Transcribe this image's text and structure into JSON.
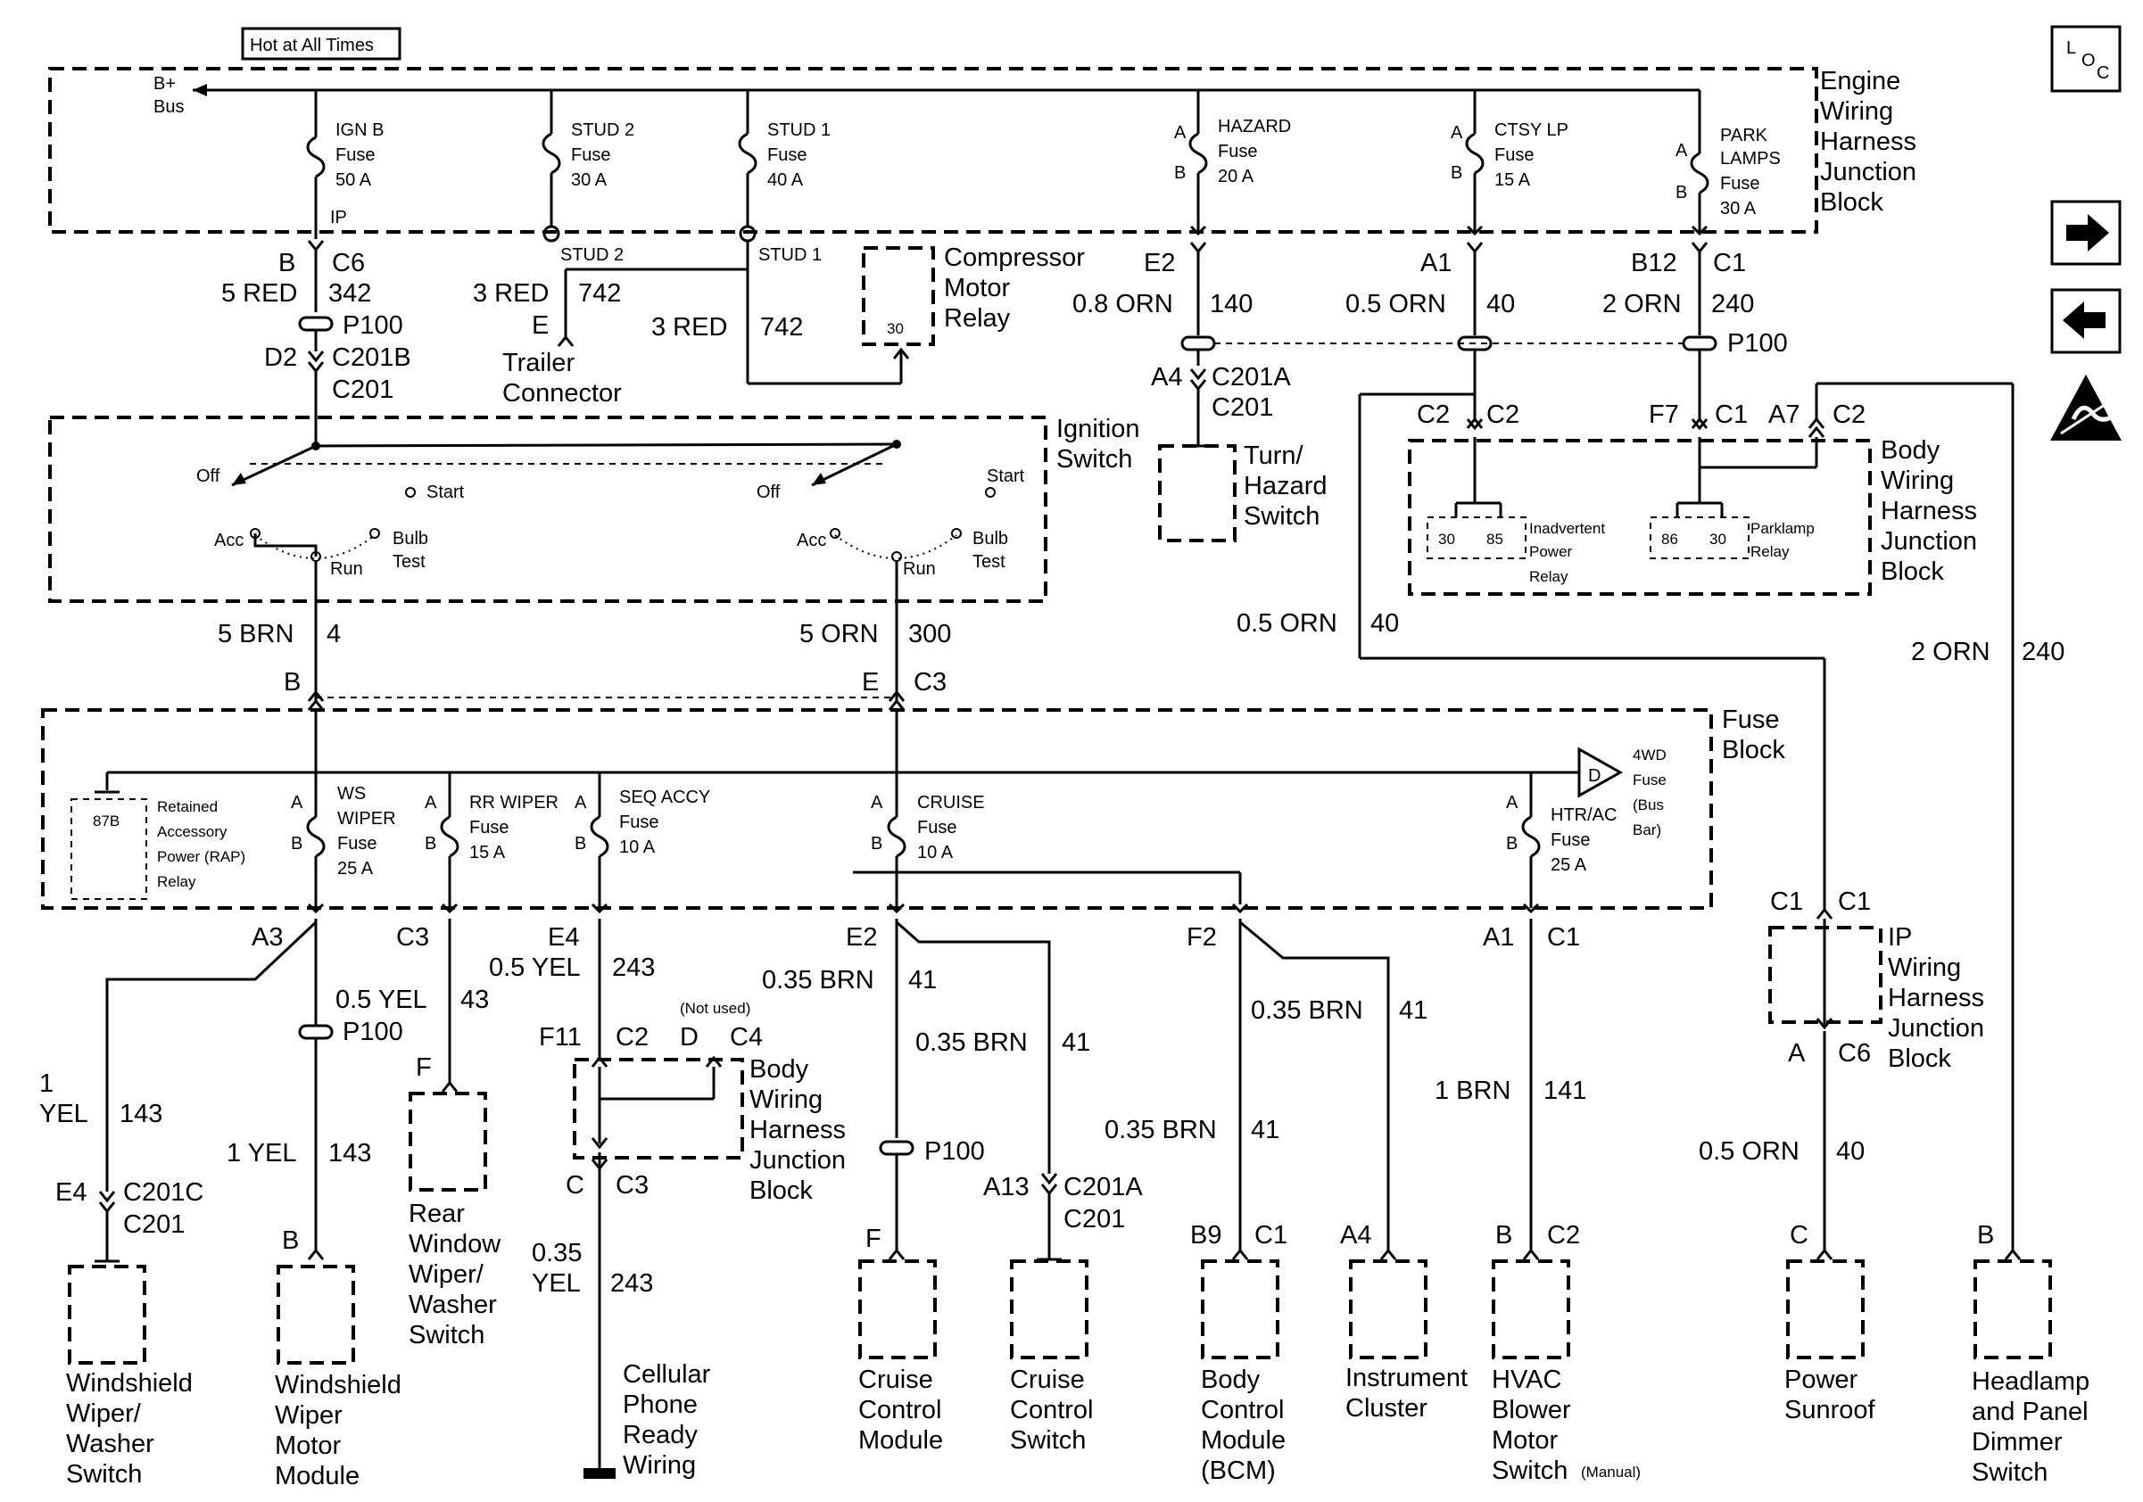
{
  "header": {
    "hot_label": "Hot at All Times"
  },
  "engine_block": {
    "title": [
      "Engine",
      "Wiring",
      "Harness",
      "Junction",
      "Block"
    ],
    "bus": [
      "B+",
      "Bus"
    ],
    "fuses": [
      {
        "l1": "IGN B",
        "l2": "Fuse",
        "l3": "50 A"
      },
      {
        "l1": "STUD 2",
        "l2": "Fuse",
        "l3": "30 A"
      },
      {
        "l1": "STUD 1",
        "l2": "Fuse",
        "l3": "40 A"
      },
      {
        "l1": "HAZARD",
        "l2": "Fuse",
        "l3": "20 A"
      },
      {
        "l1": "CTSY LP",
        "l2": "Fuse",
        "l3": "15 A"
      },
      {
        "l1": "PARK",
        "l2": "LAMPS",
        "l3": "Fuse",
        "l4": "30 A"
      }
    ],
    "ip": "IP",
    "stud2": "STUD 2",
    "stud1": "STUD 1"
  },
  "ignition_switch": {
    "title": [
      "Ignition",
      "Switch"
    ],
    "labels": {
      "off": "Off",
      "start": "Start",
      "acc": "Acc",
      "run": "Run",
      "bulb": "Bulb",
      "test": "Test"
    }
  },
  "fuse_block": {
    "title": [
      "Fuse",
      "Block"
    ],
    "rap": [
      "Retained",
      "Accessory",
      "Power (RAP)",
      "Relay"
    ],
    "pin87b": "87B",
    "fuses": [
      {
        "l1": "WS",
        "l2": "WIPER",
        "l3": "Fuse",
        "l4": "25 A"
      },
      {
        "l1": "RR WIPER",
        "l2": "Fuse",
        "l3": "15 A"
      },
      {
        "l1": "SEQ ACCY",
        "l2": "Fuse",
        "l3": "10 A"
      },
      {
        "l1": "CRUISE",
        "l2": "Fuse",
        "l3": "10 A"
      },
      {
        "l1": "HTR/AC",
        "l2": "Fuse",
        "l3": "25 A"
      }
    ],
    "fourwd": [
      "4WD",
      "Fuse",
      "(Bus",
      "Bar)"
    ],
    "fourwd_letter": "D"
  },
  "bodyjb_top": {
    "title": [
      "Body",
      "Wiring",
      "Harness",
      "Junction",
      "Block"
    ],
    "relay1": {
      "pins": [
        "30",
        "85"
      ],
      "name": [
        "Inadvertent",
        "Power",
        "Relay"
      ]
    },
    "relay2": {
      "pins": [
        "86",
        "30"
      ],
      "name": [
        "Parklamp",
        "Relay"
      ]
    }
  },
  "components": {
    "compressor": [
      "Compressor",
      "Motor",
      "Relay"
    ],
    "compressor_pin": "30",
    "turn": [
      "Turn/",
      "Hazard",
      "Switch"
    ],
    "trailer": [
      "Trailer",
      "Connector"
    ],
    "ws_wiper_switch": [
      "Windshield",
      "Wiper/",
      "Washer",
      "Switch"
    ],
    "ws_wiper_motor": [
      "Windshield",
      "Wiper",
      "Motor",
      "Module"
    ],
    "rear_wiper": [
      "Rear",
      "Window",
      "Wiper/",
      "Washer",
      "Switch"
    ],
    "body_jb_mid": [
      "Body",
      "Wiring",
      "Harness",
      "Junction",
      "Block"
    ],
    "not_used": "(Not used)",
    "cellular": [
      "Cellular",
      "Phone",
      "Ready",
      "Wiring"
    ],
    "cruise_module": [
      "Cruise",
      "Control",
      "Module"
    ],
    "cruise_switch": [
      "Cruise",
      "Control",
      "Switch"
    ],
    "bcm": [
      "Body",
      "Control",
      "Module",
      "(BCM)"
    ],
    "cluster": [
      "Instrument",
      "Cluster"
    ],
    "hvac": [
      "HVAC",
      "Blower",
      "Motor",
      "Switch"
    ],
    "hvac_note": "(Manual)",
    "ip_jb": [
      "IP",
      "Wiring",
      "Harness",
      "Junction",
      "Block"
    ],
    "sunroof": [
      "Power",
      "Sunroof"
    ],
    "dimmer": [
      "Headlamp",
      "and Panel",
      "Dimmer",
      "Switch"
    ]
  },
  "icons": {
    "loc": "L",
    "loc_sub": "O",
    "loc_sub2": "C"
  },
  "wires": {
    "w1a": "B",
    "w1b": "C6",
    "w1c": "5 RED",
    "w1d": "342",
    "w1e": "P100",
    "w1f": "D2",
    "w1g": "C201B",
    "w1h": "C201",
    "w2a": "3 RED",
    "w2b": "742",
    "w2c": "E",
    "w3a": "3 RED",
    "w3b": "742",
    "w4a": "E2",
    "w4b": "0.8 ORN",
    "w4c": "140",
    "w4d": "A4",
    "w4e": "C201A",
    "w4f": "C201",
    "w5a": "A1",
    "w5b": "0.5 ORN",
    "w5c": "40",
    "w5d": "C2",
    "w5e": "C2",
    "w6a": "B12",
    "w6b": "C1",
    "w6c": "2 ORN",
    "w6d": "240",
    "w6e": "P100",
    "w6f": "F7",
    "w6g": "C1",
    "w6h": "A7",
    "w6i": "C2",
    "w7a": "0.5 ORN",
    "w7b": "40",
    "w8a": "2 ORN",
    "w8b": "240",
    "w9a": "5 BRN",
    "w9b": "4",
    "w9c": "B",
    "w10a": "5 ORN",
    "w10b": "300",
    "w10c": "E",
    "w10d": "C3",
    "w11a": "A3",
    "w11b": "C3",
    "w11c": "E4",
    "w11d": "E2",
    "w11e": "F2",
    "w11f": "A1",
    "w11g": "C1",
    "w12a": "0.5 YEL",
    "w12b": "43",
    "w12c": "P100",
    "w13a": "1",
    "w13b": "YEL",
    "w13c": "143",
    "w13d": "E4",
    "w13e": "C201C",
    "w13f": "C201",
    "w14a": "1 YEL",
    "w14b": "143",
    "w14c": "B",
    "w15a": "F",
    "w16a": "0.5 YEL",
    "w16b": "243",
    "w16c": "F11",
    "w16d": "C2",
    "w16e": "D",
    "w16f": "C4",
    "w16g": "C",
    "w16h": "C3",
    "w17a": "0.35",
    "w17b": "YEL",
    "w17c": "243",
    "w18a": "0.35 BRN",
    "w18b": "41",
    "w18c": "0.35 BRN",
    "w18d": "41",
    "w18e": "P100",
    "w18f": "F",
    "w18g": "A13",
    "w18h": "C201A",
    "w18i": "C201",
    "w19a": "0.35 BRN",
    "w19b": "41",
    "w19c": "0.35 BRN",
    "w19d": "41",
    "w19e": "B9",
    "w19f": "C1",
    "w19g": "A4",
    "w20a": "1 BRN",
    "w20b": "141",
    "w20c": "B",
    "w20d": "C2",
    "w21a": "C1",
    "w21b": "C1",
    "w21c": "A",
    "w21d": "C6",
    "w21e": "0.5 ORN",
    "w21f": "40",
    "w21g": "C",
    "w22a": "B",
    "fa": "A",
    "fb": "B"
  }
}
